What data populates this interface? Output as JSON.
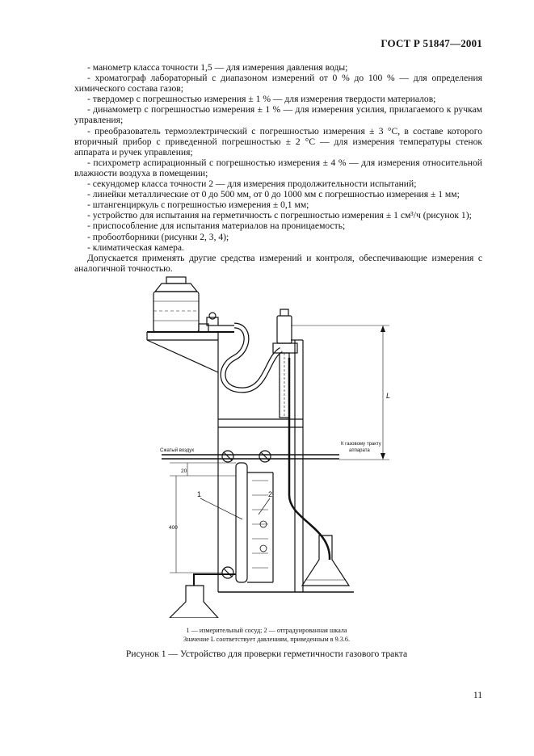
{
  "header": {
    "standard_id": "ГОСТ Р 51847—2001"
  },
  "list_items": [
    "- манометр класса точности 1,5 — для измерения давления воды;",
    "- хроматограф лабораторный с диапазоном измерений от 0 % до 100 % — для определения химического состава газов;",
    "- твердомер с погрешностью измерения ± 1 % — для измерения твердости материалов;",
    "- динамометр с погрешностью измерения ± 1 % — для измерения усилия, прилагаемого к ручкам управления;",
    "- преобразователь термоэлектрический с погрешностью измерения ± 3 °С, в составе которого вторичный прибор с приведенной погрешностью ± 2 °С — для измерения температуры стенок аппарата и ручек управления;",
    "- психрометр аспирационный с погрешностью измерения ± 4 % — для измерения относительной влажности воздуха в помещении;",
    "- секундомер класса точности 2 — для измерения продолжительности испытаний;",
    "- линейки металлические от 0 до 500 мм, от 0 до 1000 мм с погрешностью измерения ± 1 мм;",
    "- штангенциркуль с погрешностью измерения ± 0,1 мм;",
    "- устройство для испытания на герметичность с погрешностью измерения ± 1 см³/ч (рисунок 1);",
    "- приспособление для испытания материалов на проницаемость;",
    "- пробоотборники (рисунки 2, 3, 4);",
    "- климатическая камера."
  ],
  "closing_paragraph": "Допускается применять другие средства измерений и контроля, обеспечивающие измерения с аналогичной точностью.",
  "figure": {
    "labels": {
      "compressed_air": "Сжатый воздух",
      "to_gas_path_1": "К газовому тракту",
      "to_gas_path_2": "аппарата",
      "dim_L": "L",
      "dim_20": "20",
      "dim_400": "400",
      "callout_1": "1",
      "callout_2": "2"
    },
    "legend_line1": "1 — измерительный сосуд; 2 — отградуированная шкала",
    "legend_line2": "Значение L соответствует давлениям, приведенным в 9.3.6.",
    "caption": "Рисунок 1 — Устройство для проверки герметичности газового тракта"
  },
  "page_number": "11"
}
